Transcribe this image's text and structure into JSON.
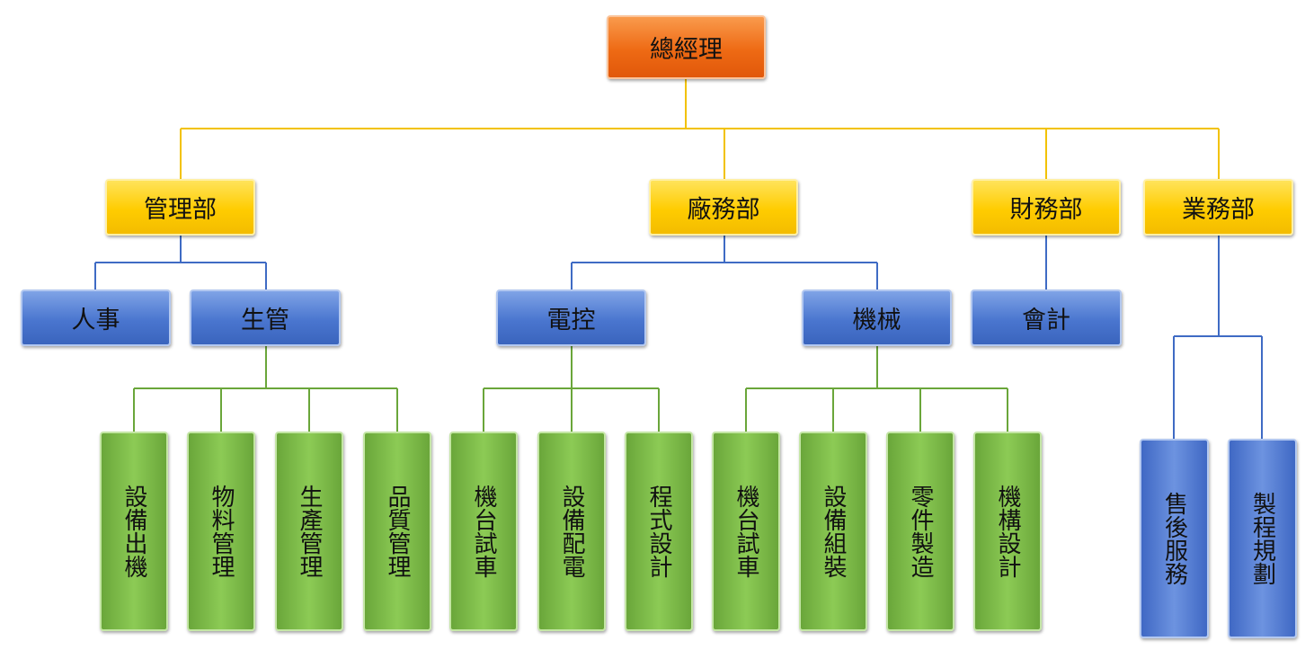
{
  "org": {
    "root": "總經理",
    "departments": {
      "management": "管理部",
      "factory": "廠務部",
      "finance": "財務部",
      "sales": "業務部"
    },
    "sections": {
      "personnel": "人事",
      "production_mgmt": "生管",
      "electrical_control": "電控",
      "mechanical": "機械",
      "accounting": "會計"
    },
    "units": {
      "equipment_shipping": "設備出機",
      "material_mgmt": "物料管理",
      "production_management": "生產管理",
      "quality_mgmt": "品質管理",
      "ec_machine_test": "機台試車",
      "equipment_wiring": "設備配電",
      "program_design": "程式設計",
      "mech_machine_test": "機台試車",
      "equipment_assembly": "設備組裝",
      "parts_manufacturing": "零件製造",
      "mechanism_design": "機構設計",
      "after_sales_service": "售後服務",
      "process_planning": "製程規劃"
    }
  },
  "colors": {
    "root_fill": "#ee6a14",
    "department_fill": "#ffcc00",
    "section_fill": "#4a76cf",
    "unit_fill_green": "#7ab648",
    "unit_fill_blue": "#4a76cf",
    "line_yellow": "#f2c200",
    "line_blue": "#3f6bc4",
    "line_green": "#6aa63a"
  }
}
